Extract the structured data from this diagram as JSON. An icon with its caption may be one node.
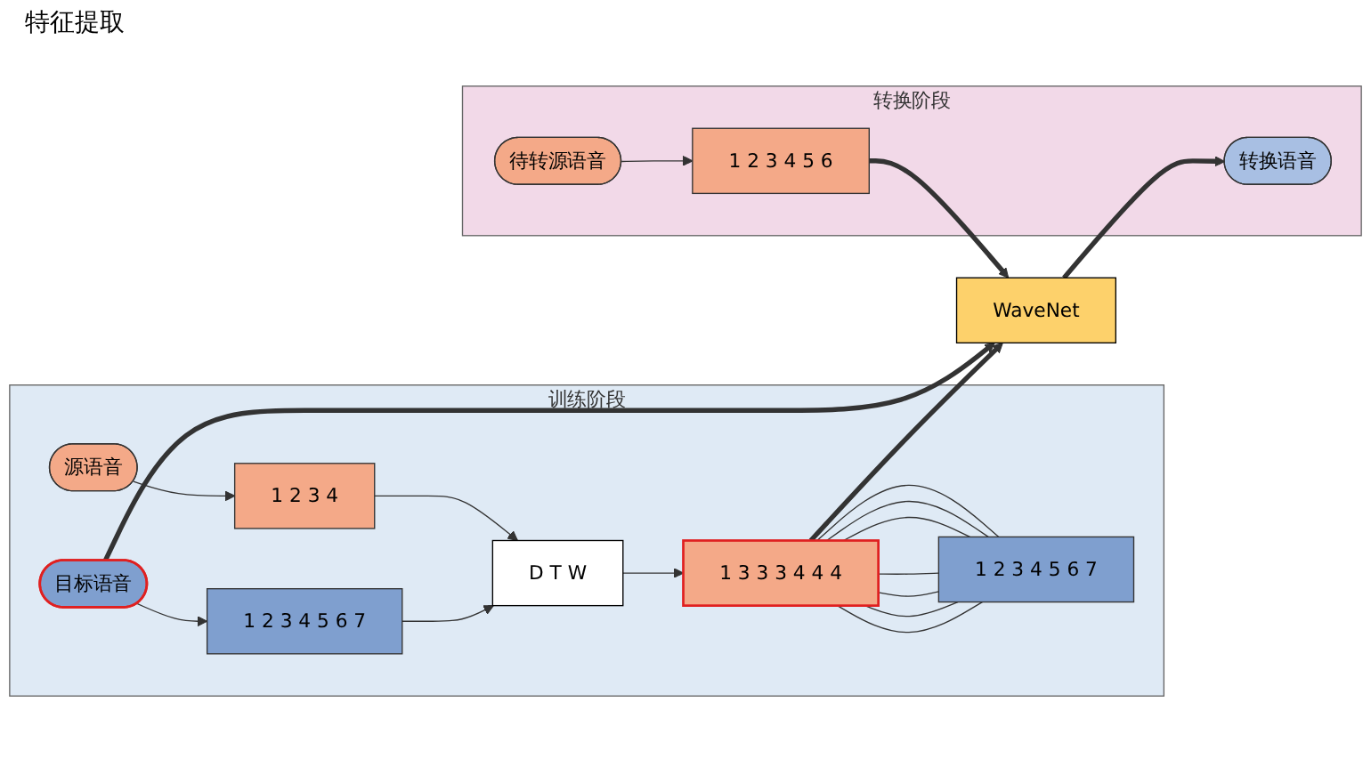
{
  "diagram": {
    "nodes": [
      {
        "text": [
          "训练阶段"
        ]
      },
      {
        "text": [
          "源语音"
        ],
        "in": 0
      },
      {
        "text": [
          "1 2 3 4"
        ],
        "in": 0
      },
      {
        "text": [
          "目标语音"
        ],
        "in": 0
      },
      {
        "text": [
          "1 2 3 4 5 6 7"
        ],
        "in": 0
      },
      {
        "text": [
          "D T W"
        ],
        "in": 0
      },
      {
        "text": [
          "1 3 3 3 4 4 4"
        ],
        "in": 0
      },
      {
        "text": [
          "1 2 3 4 5 6 7"
        ],
        "in": 0
      },
      {
        "text": [
          "WaveNet"
        ]
      },
      {
        "text": [
          "转换阶段"
        ]
      },
      {
        "text": [
          "待转源语音"
        ],
        "in": 9
      },
      {
        "text": [
          "1 2 3 4 5 6"
        ],
        "in": 9
      },
      {
        "text": [
          "转换语音"
        ],
        "in": 9
      }
    ],
    "edges": [
      {
        "from": 1,
        "to": 2,
        "arrow": "to"
      },
      {
        "from": 3,
        "to": 4,
        "arrow": "to"
      },
      {
        "from": 2,
        "to": 5,
        "arrow": "to"
      },
      {
        "from": 4,
        "to": 5,
        "arrow": "to"
      },
      {
        "from": 5,
        "to": 6,
        "arrow": "to"
      },
      {
        "from": 6,
        "to": 7,
        "arrow": "none"
      },
      {
        "from": 6,
        "to": 7,
        "arrow": "none"
      },
      {
        "from": 6,
        "to": 7,
        "arrow": "none"
      },
      {
        "from": 6,
        "to": 7,
        "arrow": "none"
      },
      {
        "from": 6,
        "to": 7,
        "arrow": "none"
      },
      {
        "from": 6,
        "to": 7,
        "arrow": "none"
      },
      {
        "from": 6,
        "to": 7,
        "arrow": "none"
      },
      {
        "from": 3,
        "to": 8,
        "arrow": "to",
        "style": "thick"
      },
      {
        "from": 6,
        "to": 8,
        "arrow": "to",
        "style": "thick"
      },
      {
        "from": 10,
        "to": 11,
        "arrow": "to"
      },
      {
        "from": 11,
        "to": 8,
        "arrow": "to",
        "style": "thick"
      },
      {
        "from": 8,
        "to": 12,
        "arrow": "to",
        "style": "thick"
      }
    ],
    "labels": [
      "特征提取"
    ]
  }
}
